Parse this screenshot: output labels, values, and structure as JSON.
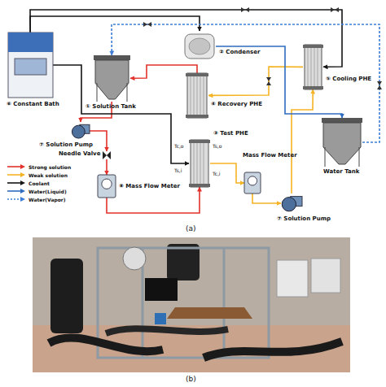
{
  "diagram": {
    "nodes": [
      {
        "text": [
          "② Condenser"
        ]
      },
      {
        "text": [
          "⑥ Constant Bath"
        ]
      },
      {
        "text": [
          "① Solution Tank"
        ]
      },
      {
        "text": [
          "④ Recovery PHE"
        ]
      },
      {
        "text": [
          "③ Test PHE"
        ]
      },
      {
        "text": [
          "⑤ Cooling PHE"
        ]
      },
      {
        "text": [
          "Water Tank"
        ]
      },
      {
        "text": [
          "⑦ Solution Pump"
        ]
      },
      {
        "text": [
          "Needle Valve"
        ]
      },
      {
        "text": [
          "⑧ Mass Flow Meter"
        ]
      },
      {
        "text": [
          "Mass Flow Meter"
        ]
      },
      {
        "text": [
          "⑦ Solution Pump"
        ]
      }
    ],
    "edges": [
      {
        "from": 2,
        "to": 7,
        "arrow": "to"
      },
      {
        "from": 7,
        "to": 8,
        "arrow": "to"
      },
      {
        "from": 8,
        "to": 9,
        "arrow": "to"
      },
      {
        "from": 9,
        "to": 4,
        "arrow": "to"
      },
      {
        "from": 3,
        "to": 2,
        "arrow": "to"
      },
      {
        "from": 4,
        "to": 10,
        "arrow": "to"
      },
      {
        "from": 10,
        "to": 11,
        "arrow": "to"
      },
      {
        "from": 11,
        "to": 5,
        "arrow": "to"
      },
      {
        "from": 5,
        "to": 3,
        "arrow": "to"
      },
      {
        "from": 1,
        "to": 0,
        "arrow": "to"
      },
      {
        "from": 1,
        "to": 5,
        "arrow": "to"
      },
      {
        "from": 1,
        "to": 4,
        "arrow": "to"
      },
      {
        "from": 0,
        "to": 6,
        "arrow": "to"
      },
      {
        "from": 6,
        "to": 2,
        "arrow": "to"
      }
    ],
    "labels": [
      "Tc,o",
      "Ts,i",
      "Ts,o",
      "Tc,i",
      "(a)",
      "(b)"
    ],
    "legend": [
      {
        "text": "Strong solution"
      },
      {
        "text": "Weak solution"
      },
      {
        "text": "Coolant"
      },
      {
        "text": "Water(Liquid)"
      },
      {
        "text": "Water(Vapor)"
      }
    ]
  }
}
